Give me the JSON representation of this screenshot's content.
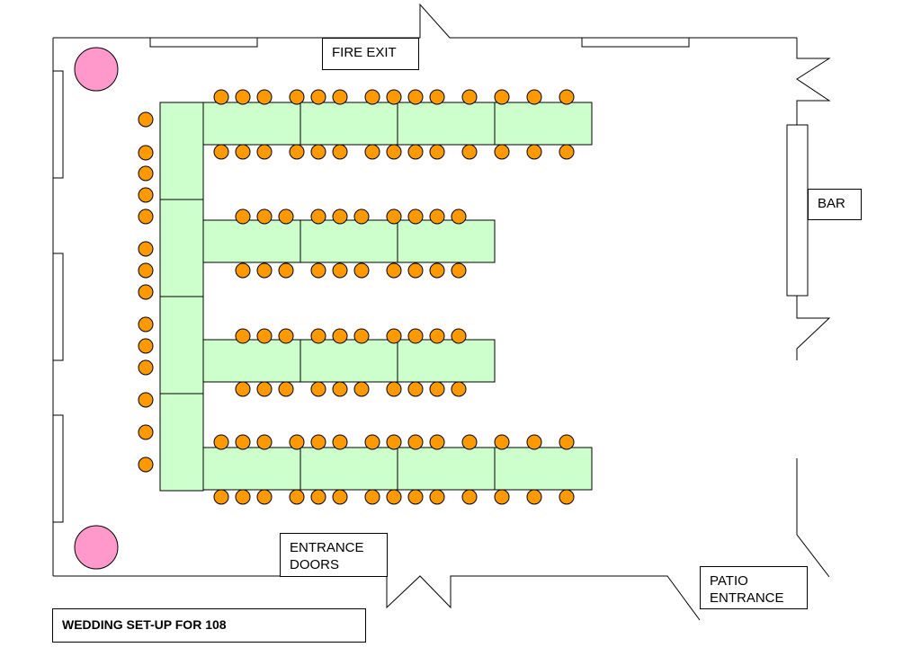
{
  "title": "WEDDING SET-UP FOR 108",
  "labels": {
    "fire_exit": "FIRE EXIT",
    "bar": "BAR",
    "entrance_doors": "ENTRANCE\nDOORS",
    "patio_entrance": "PATIO\nENTRANCE"
  },
  "colors": {
    "table_fill": "#ccffcc",
    "chair_fill": "#ff9900",
    "pillar_fill": "#ff99cc",
    "wall": "#000000",
    "background": "#ffffff"
  },
  "guest_count": 108
}
